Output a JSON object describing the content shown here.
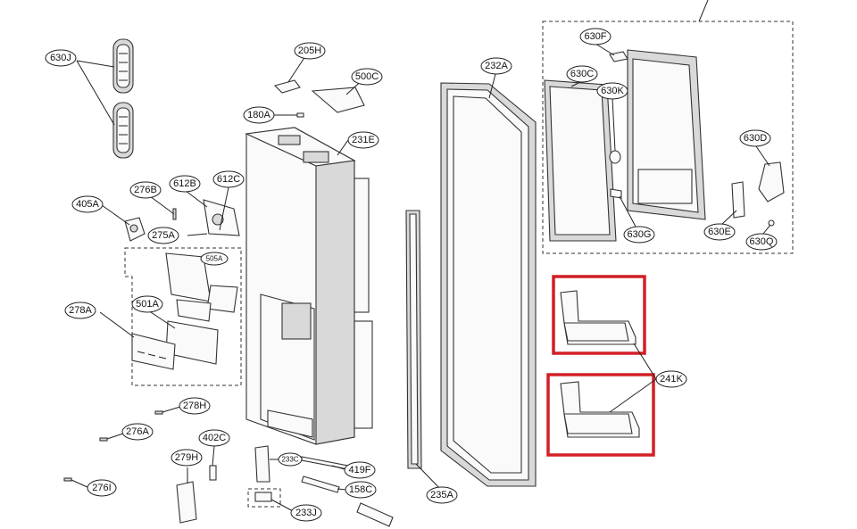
{
  "callouts": {
    "c630J": "630J",
    "c205H": "205H",
    "c500C": "500C",
    "c180A": "180A",
    "c231E": "231E",
    "c232A": "232A",
    "c630F": "630F",
    "c630C": "630C",
    "c630K": "630K",
    "c630D": "630D",
    "c630G": "630G",
    "c630E": "630E",
    "c630Q": "630Q",
    "c276B": "276B",
    "c612B": "612B",
    "c612C": "612C",
    "c405A": "405A",
    "c275A": "275A",
    "c505A": "505A",
    "c278A": "278A",
    "c501A": "501A",
    "c278H": "278H",
    "c276A": "276A",
    "c402C": "402C",
    "c279H": "279H",
    "c233C": "233C",
    "c419F": "419F",
    "c276I": "276I",
    "c158C": "158C",
    "c233J": "233J",
    "c235A": "235A",
    "c241K": "241K"
  },
  "colors": {
    "highlight": "#d21f26"
  }
}
